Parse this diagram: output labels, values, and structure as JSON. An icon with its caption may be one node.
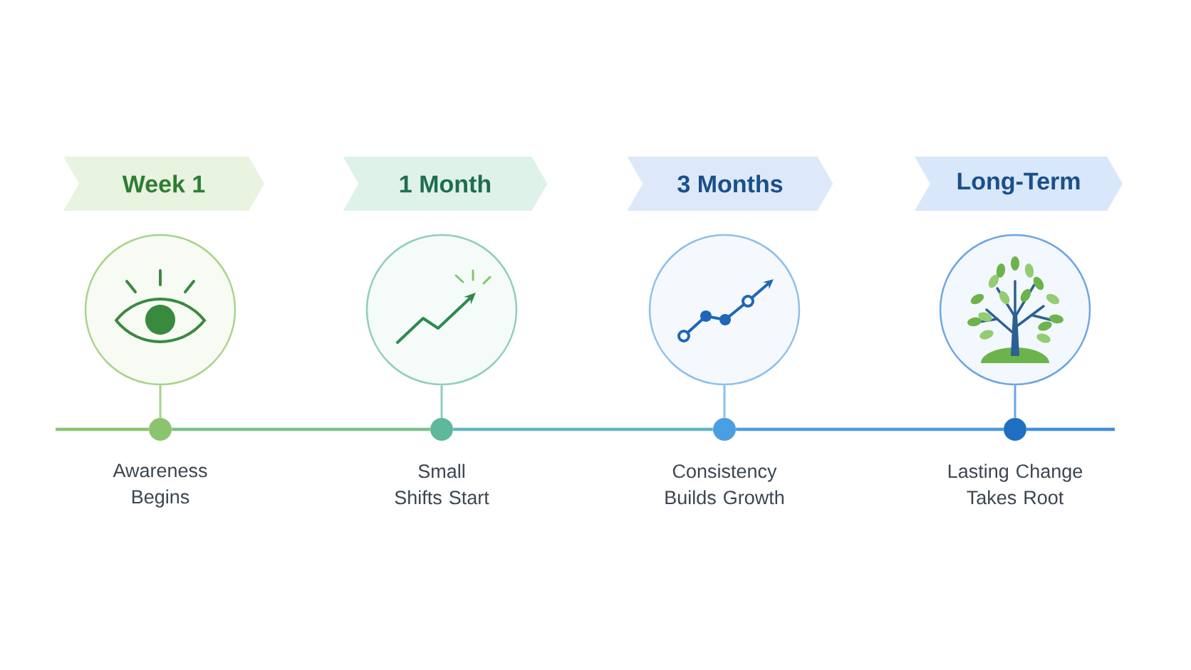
{
  "diagram": {
    "nodes": [
      {
        "text": [
          "Week 1"
        ]
      },
      {
        "text": [
          "1 Month"
        ]
      },
      {
        "text": [
          "3 Months"
        ]
      },
      {
        "text": [
          "Long-Term"
        ]
      },
      {
        "text": [],
        "shape": "circle"
      },
      {
        "text": [],
        "shape": "circle"
      },
      {
        "text": [],
        "shape": "circle"
      },
      {
        "text": [],
        "shape": "circle"
      },
      {
        "text": [],
        "shape": "circle",
        "beside": [
          "Awareness Begins"
        ]
      },
      {
        "text": [],
        "shape": "circle",
        "beside": [
          "Small Shifts Start"
        ]
      },
      {
        "text": [],
        "shape": "circle",
        "beside": [
          "Consistency Builds Growth"
        ]
      },
      {
        "text": [],
        "shape": "circle",
        "beside": [
          "Lasting Change Takes Root"
        ]
      }
    ],
    "edges": [
      {
        "from": 4,
        "to": 8,
        "arrow": "none",
        "color": "#a6d38b"
      },
      {
        "from": 5,
        "to": 9,
        "arrow": "none",
        "color": "#8fd0b8"
      },
      {
        "from": 6,
        "to": 10,
        "arrow": "none",
        "color": "#8dc0ec"
      },
      {
        "from": 7,
        "to": 11,
        "arrow": "none",
        "color": "#6ea6e0"
      },
      {
        "from": null,
        "to": 8,
        "arrow": "none",
        "color": "#8cc46e"
      },
      {
        "from": 8,
        "to": 9,
        "arrow": "none",
        "color": "#7cc08a"
      },
      {
        "from": 9,
        "to": 10,
        "arrow": "none",
        "color": "#62b6c4"
      },
      {
        "from": 10,
        "to": 11,
        "arrow": "none",
        "color": "#4a9be0"
      },
      {
        "from": 11,
        "to": null,
        "arrow": "none",
        "color": "#3f8fe0"
      }
    ]
  }
}
